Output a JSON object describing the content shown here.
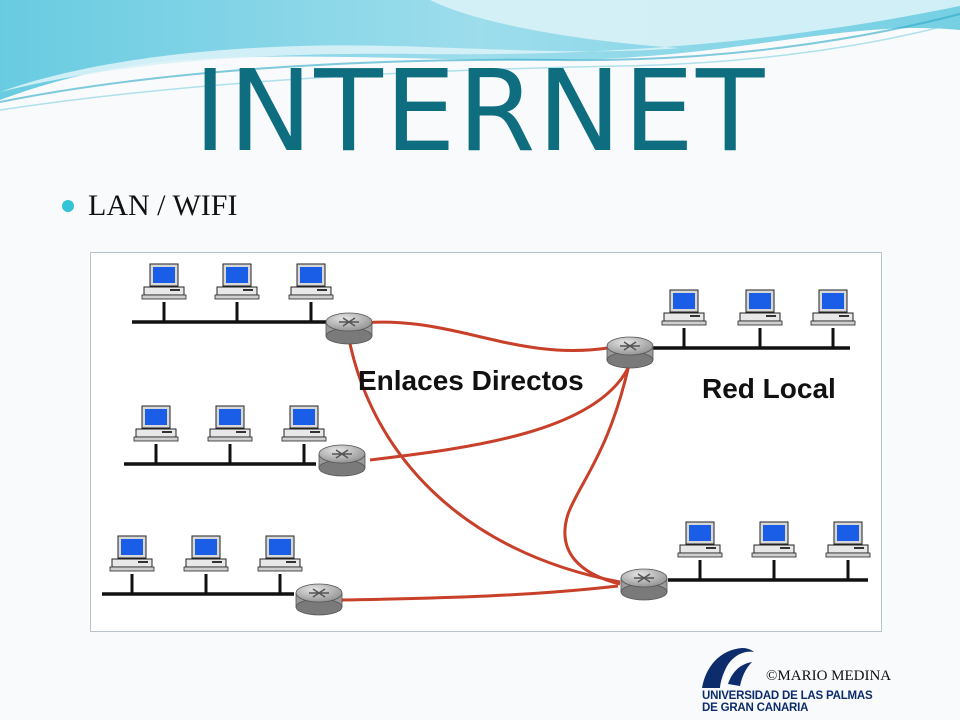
{
  "slide": {
    "title": "INTERNET",
    "bullet": "LAN / WIFI"
  },
  "diagram": {
    "labels": {
      "direct_links": "Enlaces Directos",
      "local_network": "Red Local"
    },
    "link_color": "#c8402a",
    "screen_color": "#1a5ee8"
  },
  "footer": {
    "credit": "©MARIO MEDINA",
    "logo_line1": "UNIVERSIDAD DE LAS PALMAS",
    "logo_line2": "DE GRAN CANARIA"
  },
  "colors": {
    "title": "#0f6d80",
    "bullet": "#33c3d6",
    "wave_light": "#bfe8f1",
    "wave_dark": "#3bb8d4"
  }
}
